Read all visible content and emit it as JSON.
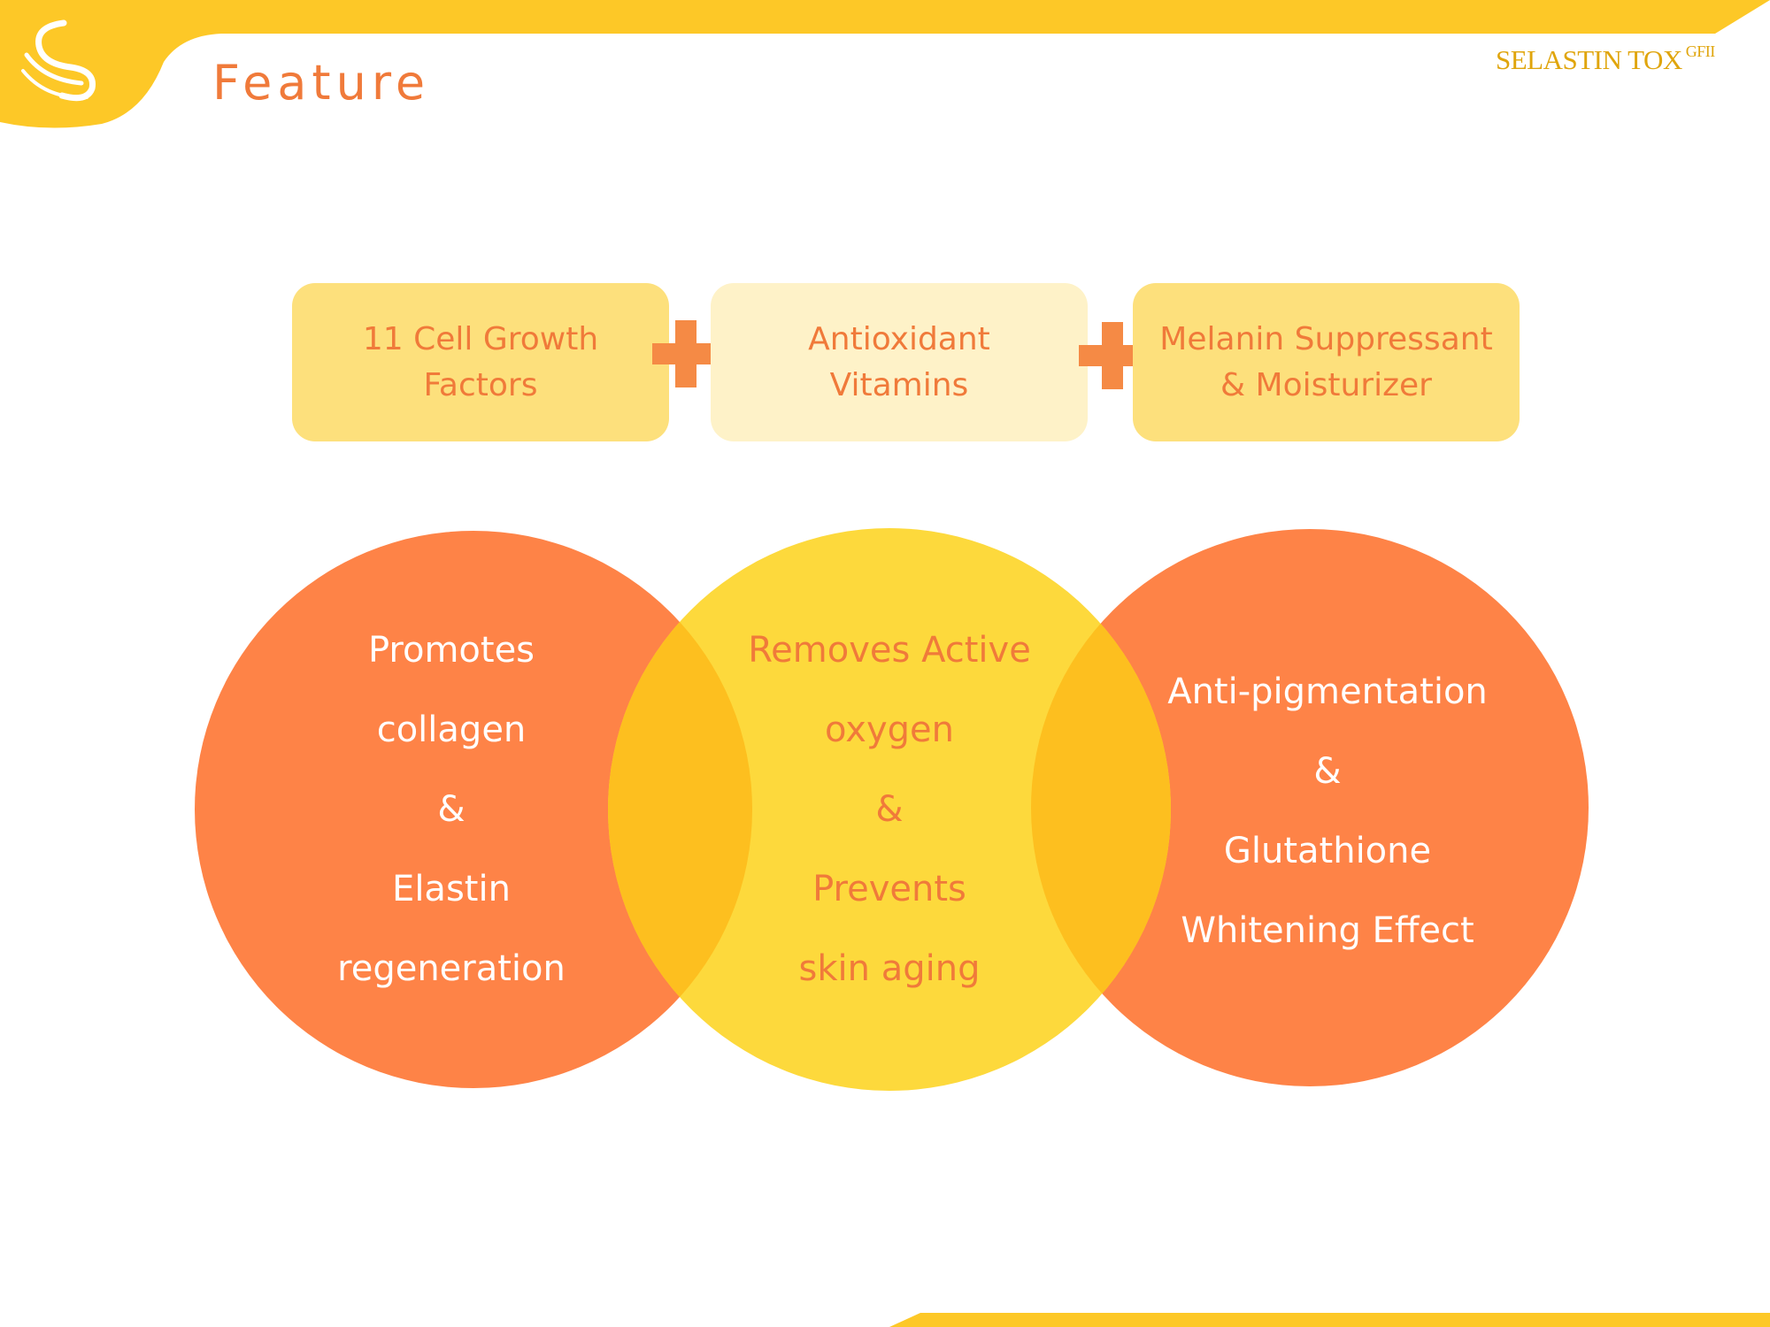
{
  "header": {
    "title": "Feature",
    "brand": "SELASTIN TOX",
    "brand_sup": "GFII"
  },
  "ingredients": [
    {
      "label": "11 Cell Growth\nFactors"
    },
    {
      "label": "Antioxidant\nVitamins"
    },
    {
      "label": "Melanin Suppressant\n& Moisturizer"
    }
  ],
  "effects": {
    "left": [
      "Promotes",
      "collagen",
      "&",
      "Elastin",
      "regeneration"
    ],
    "middle": [
      "Removes Active",
      "oxygen",
      "&",
      "Prevents",
      "skin aging"
    ],
    "right": [
      "Anti-pigmentation",
      "&",
      "Glutathione",
      "Whitening Effect"
    ]
  },
  "colors": {
    "accent_yellow": "#fdc827",
    "orange_circle": "#fe8347",
    "yellow_circle": "#fdd93c",
    "overlap": "#fdbf1f",
    "text_orange": "#f07a3a"
  }
}
